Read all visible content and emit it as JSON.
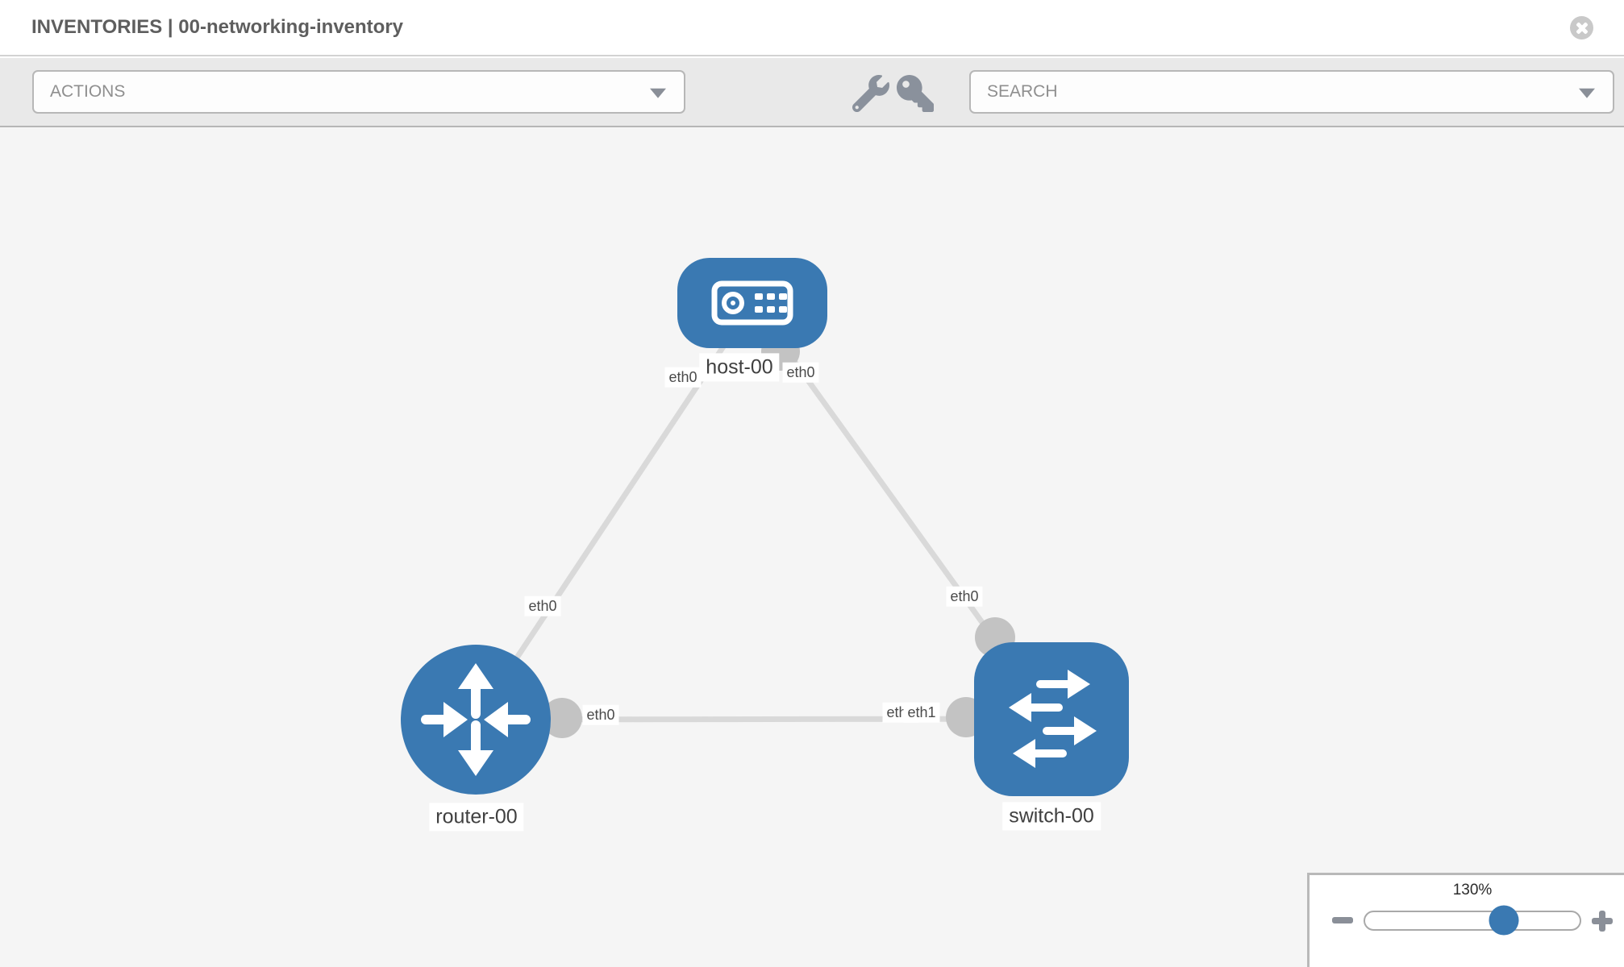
{
  "header": {
    "title": "INVENTORIES | 00-networking-inventory"
  },
  "toolbar": {
    "actions_dropdown": {
      "label": "ACTIONS"
    },
    "search_dropdown": {
      "placeholder": "SEARCH"
    },
    "tool_icons": [
      "wrench-icon",
      "key-icon"
    ]
  },
  "topology": {
    "nodes": [
      {
        "id": "host-00",
        "type": "host",
        "label": "host-00"
      },
      {
        "id": "router-00",
        "type": "router",
        "label": "router-00"
      },
      {
        "id": "switch-00",
        "type": "switch",
        "label": "switch-00"
      }
    ],
    "links": [
      {
        "from": "host-00",
        "from_interface": "eth0",
        "to": "router-00",
        "to_interface": "eth0"
      },
      {
        "from": "host-00",
        "from_interface": "eth0",
        "to": "switch-00",
        "to_interface": "eth0"
      },
      {
        "from": "router-00",
        "from_interface": "eth0",
        "to": "switch-00",
        "to_interface": "eth1"
      }
    ],
    "interface_labels": {
      "host_to_router_at_host": "eth0",
      "host_to_router_at_router": "eth0",
      "host_to_switch_at_host": "eth0",
      "host_to_switch_at_switch": "eth0",
      "router_to_switch_at_router": "eth0",
      "router_to_switch_at_switch_under": "eth0",
      "router_to_switch_at_switch_over": "eth1"
    }
  },
  "zoom_control": {
    "value": "130%",
    "percent": 130
  },
  "colors": {
    "node_blue": "#3a79b2",
    "link_gray": "#d9d9d9",
    "connector_gray": "#c3c3c3",
    "canvas_bg": "#f5f5f5",
    "toolbar_bg": "#e9e9e9"
  }
}
